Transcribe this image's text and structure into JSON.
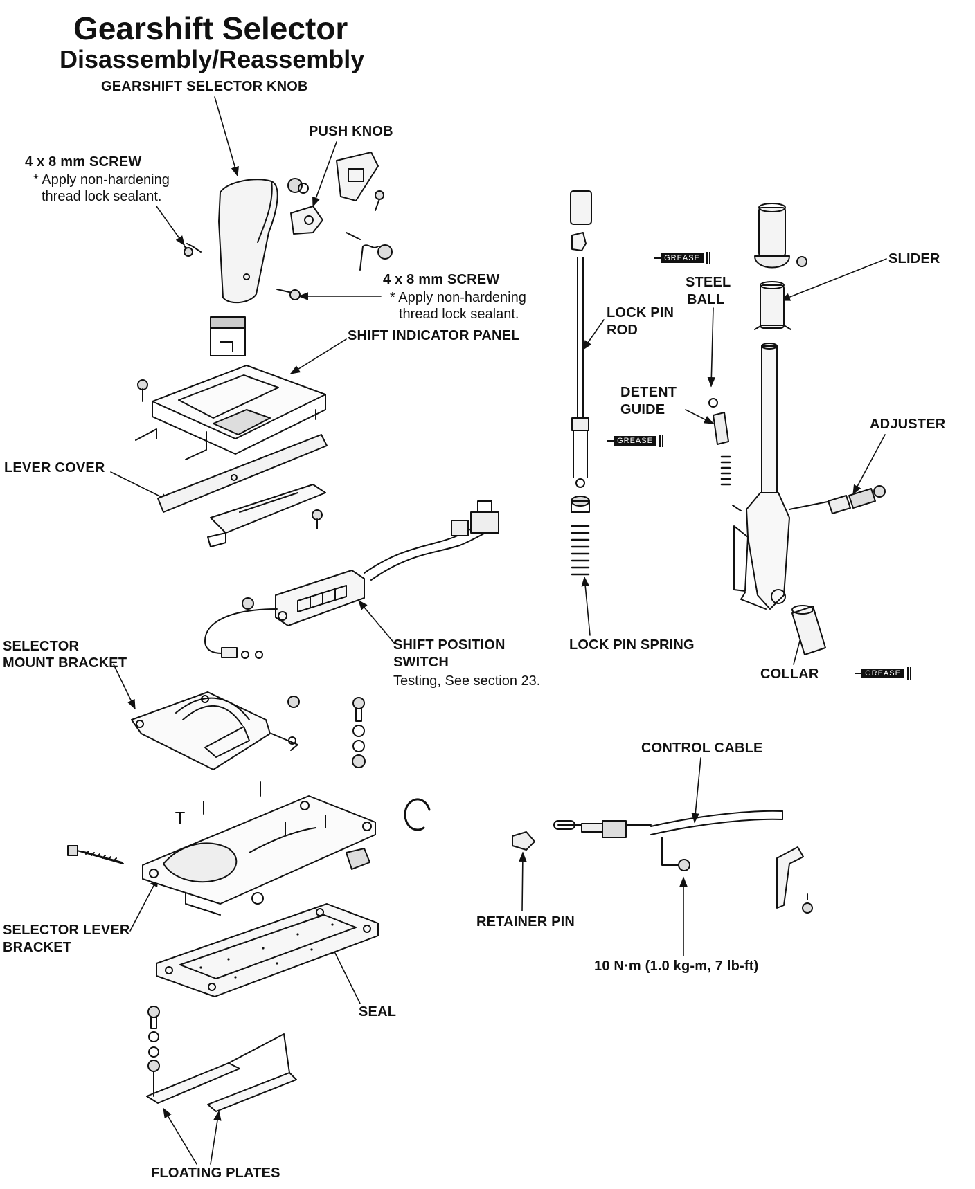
{
  "title": "Gearshift Selector",
  "subtitle": "Disassembly/Reassembly",
  "labels": {
    "selector_knob": "GEARSHIFT SELECTOR KNOB",
    "push_knob": "PUSH KNOB",
    "screw_a": "4 x 8 mm SCREW",
    "screw_a_note1": "* Apply non-hardening",
    "screw_a_note2": "thread lock sealant.",
    "screw_b": "4 x 8 mm SCREW",
    "screw_b_note1": "* Apply non-hardening",
    "screw_b_note2": "thread lock sealant.",
    "shift_indicator_panel": "SHIFT INDICATOR PANEL",
    "lever_cover": "LEVER COVER",
    "shift_position_switch_1": "SHIFT POSITION",
    "shift_position_switch_2": "SWITCH",
    "shift_position_switch_note": "Testing, See section 23.",
    "selector_mount_bracket_1": "SELECTOR",
    "selector_mount_bracket_2": "MOUNT BRACKET",
    "selector_lever_bracket_1": "SELECTOR LEVER",
    "selector_lever_bracket_2": "BRACKET",
    "seal": "SEAL",
    "floating_plates": "FLOATING PLATES",
    "lock_pin_rod_1": "LOCK PIN",
    "lock_pin_rod_2": "ROD",
    "lock_pin_spring": "LOCK PIN SPRING",
    "steel_ball_1": "STEEL",
    "steel_ball_2": "BALL",
    "slider": "SLIDER",
    "detent_guide_1": "DETENT",
    "detent_guide_2": "GUIDE",
    "adjuster": "ADJUSTER",
    "collar": "COLLAR",
    "control_cable": "CONTROL CABLE",
    "retainer_pin": "RETAINER PIN",
    "torque": "10 N·m (1.0 kg-m, 7 lb-ft)",
    "grease": "GREASE"
  }
}
